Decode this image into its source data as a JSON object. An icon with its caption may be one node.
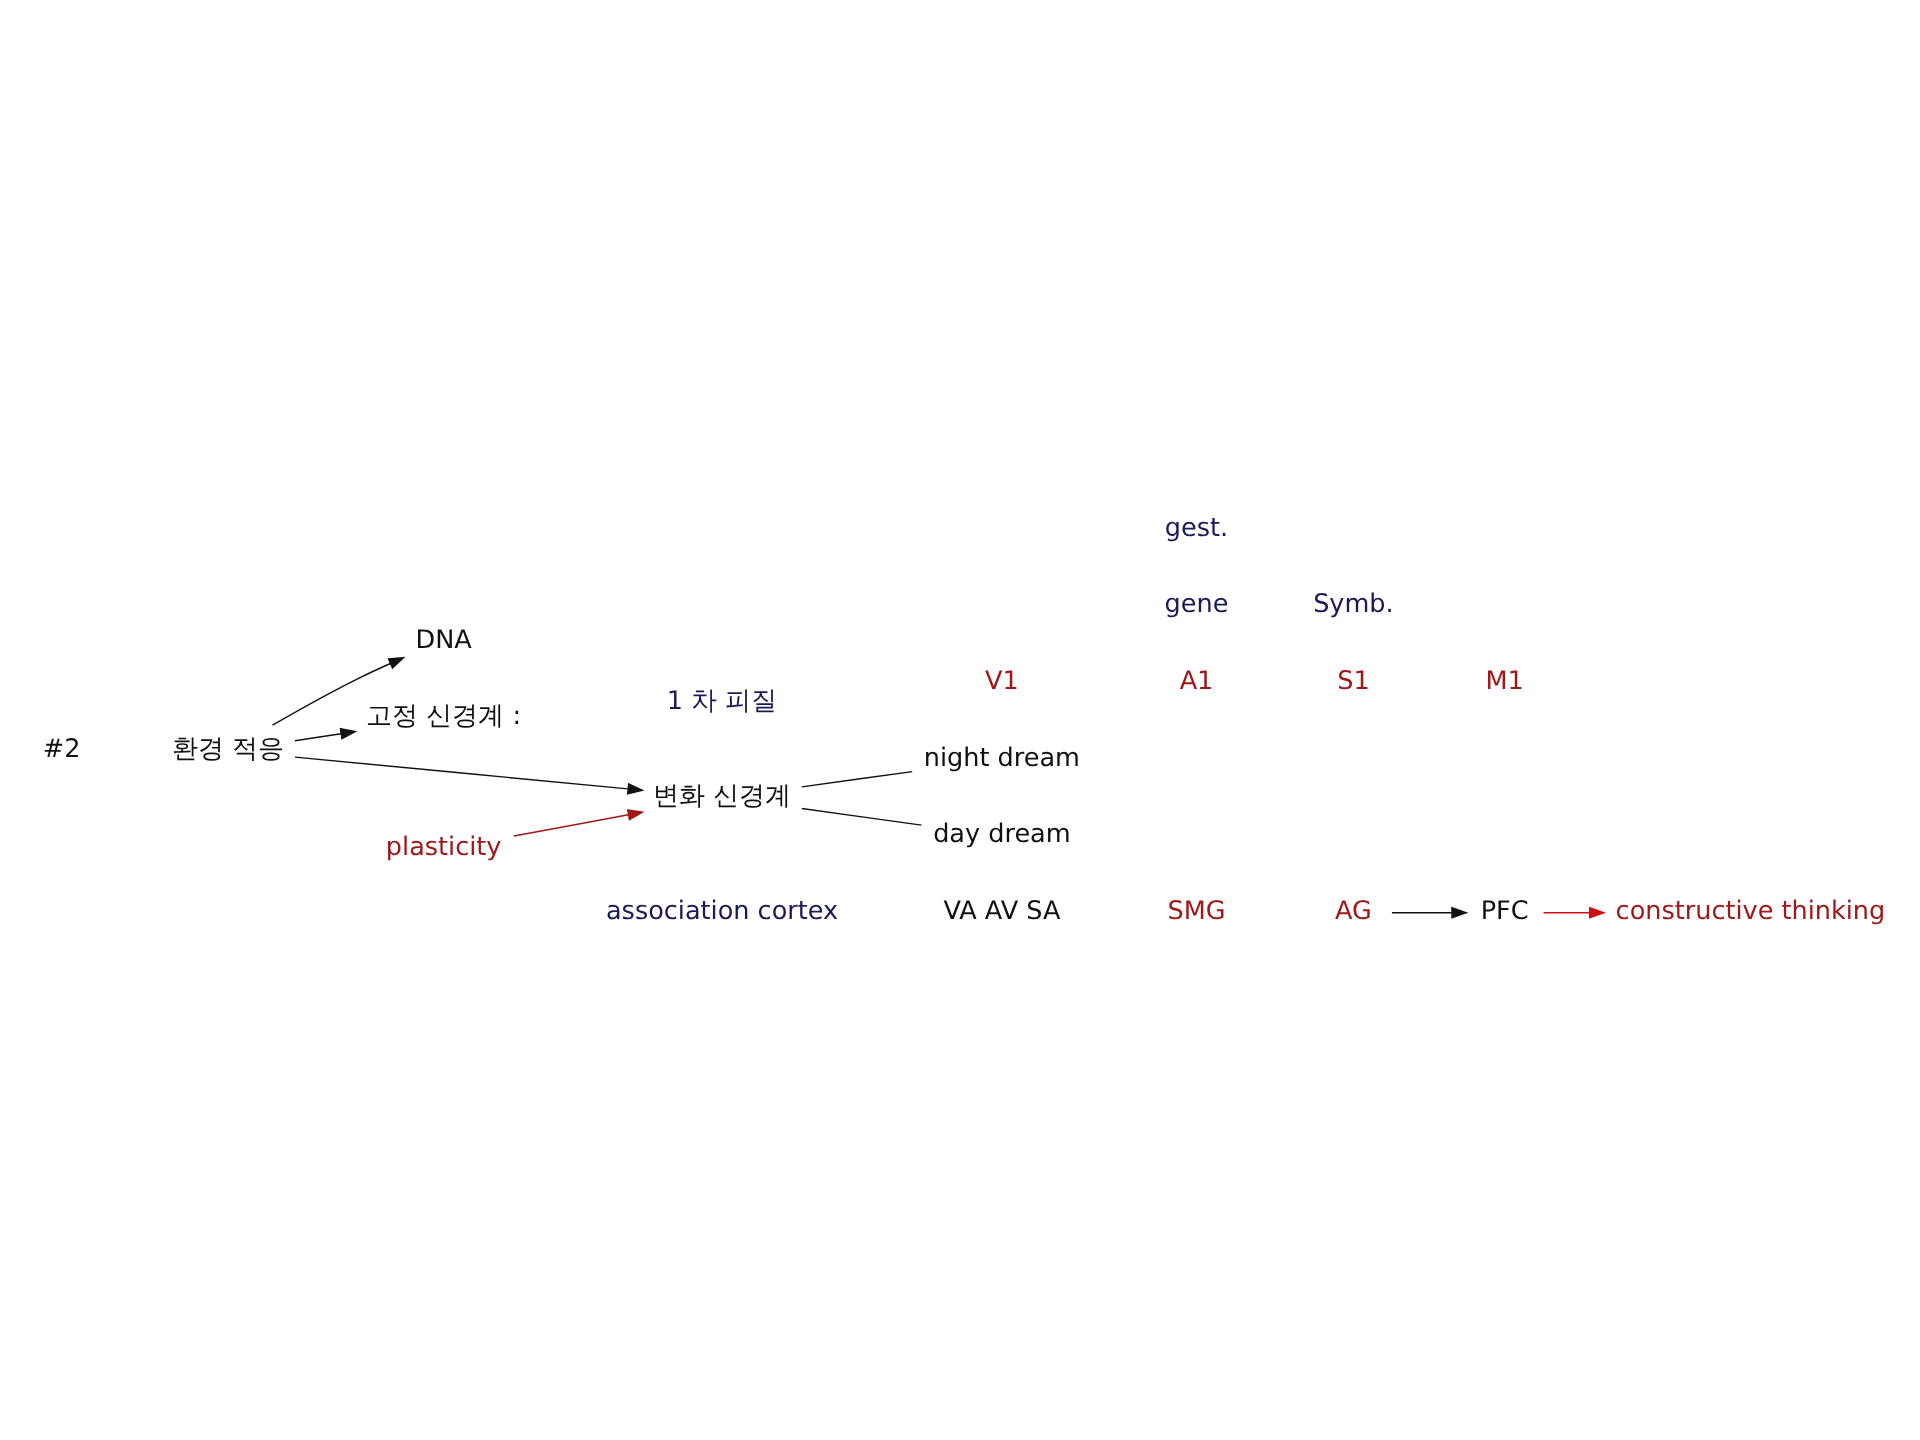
{
  "diagram": {
    "nodes": [
      {
        "text": [
          "환경 적응"
        ]
      },
      {
        "text": [
          "DNA"
        ]
      },
      {
        "text": [
          "고정 신경계 :"
        ]
      },
      {
        "text": [
          "변화 신경계"
        ]
      },
      {
        "text": [
          "night dream"
        ]
      },
      {
        "text": [
          "day dream"
        ]
      },
      {
        "text": [
          "plasticity"
        ]
      },
      {
        "text": [
          "AG"
        ]
      },
      {
        "text": [
          "PFC"
        ]
      },
      {
        "text": [
          "constructive thinking"
        ]
      }
    ],
    "edges": [
      {
        "from": 0,
        "to": 1,
        "arrow": "to"
      },
      {
        "from": 0,
        "to": 2,
        "arrow": "to"
      },
      {
        "from": 0,
        "to": 3,
        "arrow": "to"
      },
      {
        "from": 3,
        "to": 4,
        "arrow": "none"
      },
      {
        "from": 3,
        "to": 5,
        "arrow": "none"
      },
      {
        "from": 6,
        "to": 3,
        "arrow": "to",
        "color": "#a01818"
      },
      {
        "from": 7,
        "to": 8,
        "arrow": "to"
      },
      {
        "from": 8,
        "to": 9,
        "arrow": "to",
        "color": "#d01010"
      }
    ],
    "labels": [
      "#2",
      "1 차 피질",
      "V1",
      "A1",
      "S1",
      "M1",
      "gene",
      "association cortex",
      "VA AV SA",
      "SMG",
      "gest.",
      "Symb."
    ]
  }
}
